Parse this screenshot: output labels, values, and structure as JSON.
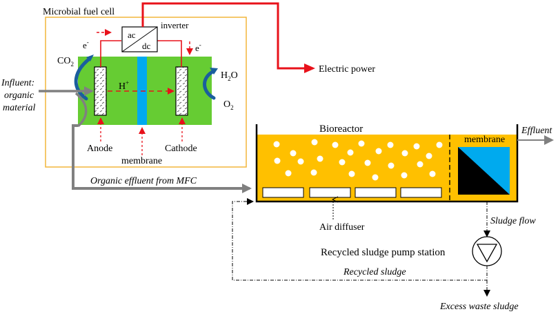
{
  "mfc": {
    "title": "Microbial fuel cell",
    "co2": "CO",
    "co2_sub": "2",
    "h2o_h": "H",
    "h2o_sub": "2",
    "h2o_o": "O",
    "o2": "O",
    "o2_sub": "2",
    "hplus": "H",
    "hplus_sup": "+",
    "electron": "e",
    "electron_sup": "-",
    "inverter_label": "inverter",
    "inverter_ac": "ac",
    "inverter_dc": "dc",
    "anode": "Anode",
    "cathode": "Cathode",
    "membrane": "membrane"
  },
  "influent": {
    "line1": "Influent:",
    "line2": "organic",
    "line3": "material"
  },
  "electric_power": "Electric power",
  "organic_effluent": "Organic effluent from MFC",
  "bioreactor": {
    "title": "Bioreactor",
    "membrane": "membrane",
    "effluent": "Effluent",
    "air_diffuser": "Air diffuser",
    "sludge_flow": "Sludge flow",
    "pump_station": "Recycled sludge pump station",
    "recycled_sludge": "Recycled sludge",
    "excess_sludge": "Excess waste sludge"
  },
  "colors": {
    "cell_green": "#66cc33",
    "membrane_blue": "#00aaee",
    "electrode_blue": "#1a5e9e",
    "power_red": "#e8111a",
    "frame_orange": "#f2b53a",
    "bioreactor_fill": "#ffc000",
    "flow_gray": "#808080"
  }
}
